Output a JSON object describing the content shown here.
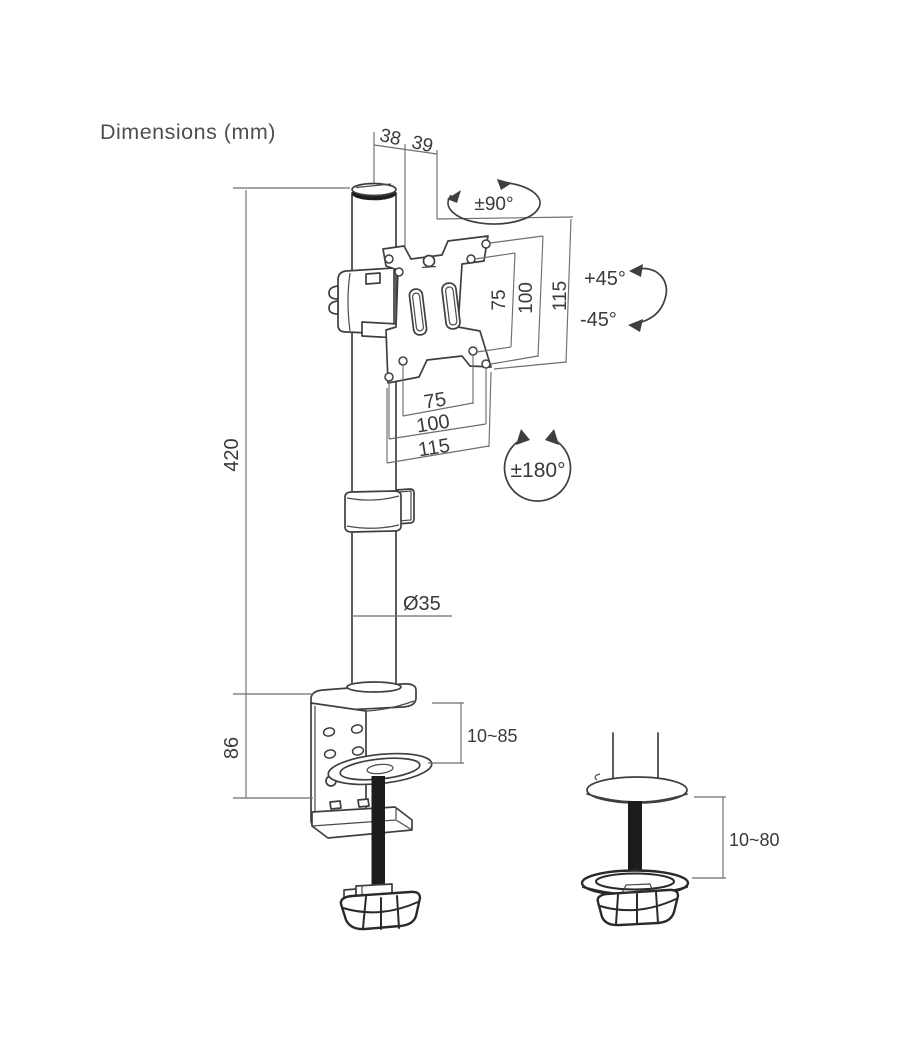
{
  "title": "Dimensions (mm)",
  "annotations": {
    "pole_rotation": "±90°",
    "tilt_up": "+45°",
    "tilt_down": "-45°",
    "screen_rotation": "±180°"
  },
  "dimensions": {
    "top_offset_inner": "38",
    "top_offset_outer": "39",
    "vesa_vertical": [
      "75",
      "100",
      "115"
    ],
    "vesa_horizontal": [
      "75",
      "100",
      "115"
    ],
    "pole_height": "420",
    "pole_diameter": "Ø35",
    "clamp_height": "86",
    "desk_thickness_clamp": "10~85",
    "desk_thickness_grommet": "10~80"
  },
  "colors": {
    "line": "#3f3f3f",
    "dim_line": "#6e6e6e",
    "text": "#3a3a3a",
    "dark_fill": "#1c1c1c",
    "background": "#ffffff"
  }
}
